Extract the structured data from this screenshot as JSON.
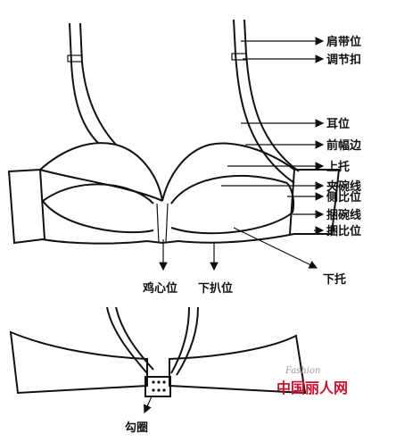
{
  "labels": {
    "shoulder_strap": "肩带位",
    "adjuster": "调节扣",
    "ear": "耳位",
    "front_edge": "前幅边",
    "upper_support": "上托",
    "cup_seam": "夹碗线",
    "side_panel": "侧比位",
    "wire_line": "捆碗线",
    "band_panel": "捆比位",
    "lower_support": "下托",
    "center_gore": "鸡心位",
    "lower_grip": "下扒位",
    "hook": "勾圈"
  },
  "watermark": {
    "cn": "中国丽人网",
    "en": "Fashion"
  },
  "colors": {
    "line": "#111111",
    "watermark_red": "#c8102e"
  }
}
